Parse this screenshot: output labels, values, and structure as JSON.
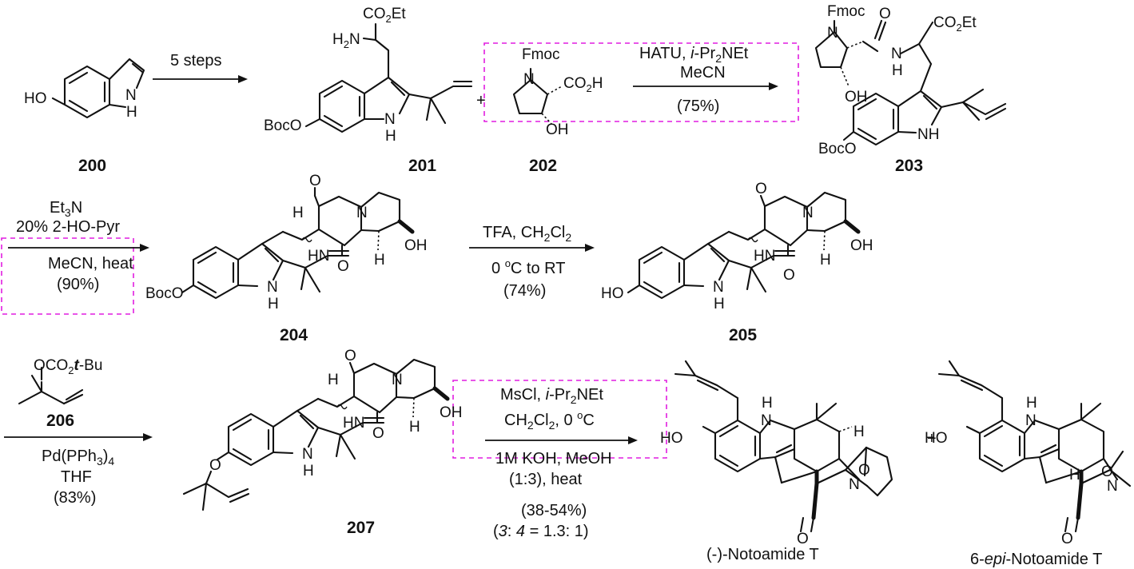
{
  "compounds": [
    {
      "id": "c200",
      "label": "200"
    },
    {
      "id": "c201",
      "label": "201"
    },
    {
      "id": "c202",
      "label": "202"
    },
    {
      "id": "c203",
      "label": "203"
    },
    {
      "id": "c204",
      "label": "204"
    },
    {
      "id": "c205",
      "label": "205"
    },
    {
      "id": "c206",
      "label": "206"
    },
    {
      "id": "c207",
      "label": "207"
    }
  ],
  "products": {
    "notoamide_t": "(-)-Notoamide T",
    "epi_prefix": "6-",
    "epi_italic": "epi",
    "epi_suffix": "-Notoamide T",
    "plus": "+"
  },
  "steps": {
    "s1": {
      "line1": "5 steps"
    },
    "s2": {
      "reagent_a": "HATU, ",
      "reagent_b_it": "i",
      "reagent_b": "-Pr",
      "reagent_b_sub": "2",
      "reagent_b_tail": "NEt",
      "solvent": "MeCN",
      "yield": "(75%)"
    },
    "s3": {
      "base": "Et",
      "base_sub": "3",
      "base_tail": "N",
      "additive": "20% 2-HO-Pyr",
      "cond": "MeCN, heat",
      "yield": "(90%)"
    },
    "s4": {
      "reagent": "TFA, CH",
      "reagent_sub": "2",
      "reagent_tail": "Cl",
      "reagent_sub2": "2",
      "temp_a": "0 ",
      "temp_sup": "o",
      "temp_b": "C to RT",
      "yield": "(74%)"
    },
    "s5": {
      "reagent_main": "OCO",
      "reagent_sub": "2",
      "reagent_it": "t",
      "reagent_tail": "-Bu",
      "cat": "Pd(PPh",
      "cat_sub": "3",
      "cat_tail": ")",
      "cat_sub2": "4",
      "solvent": "THF",
      "yield": "(83%)"
    },
    "s6": {
      "r1_a": "MsCl, ",
      "r1_it": "i",
      "r1_b": "-Pr",
      "r1_sub": "2",
      "r1_c": "NEt",
      "r2_a": "CH",
      "r2_sub": "2",
      "r2_b": "Cl",
      "r2_sub2": "2",
      "r2_c": ",  0 ",
      "r2_sup": "o",
      "r2_d": "C",
      "r3": "1M KOH, MeOH",
      "r4": "(1:3), heat",
      "yield": "(38-54%)",
      "ratio_a": "(",
      "ratio_it1": "3",
      "ratio_b": ": ",
      "ratio_it2": "4",
      "ratio_c": " = 1.3: 1)"
    }
  },
  "atoms": {
    "HO": "HO",
    "H": "H",
    "N": "N",
    "NH_H": "H",
    "O": "O",
    "OH": "OH",
    "H2N_H": "H",
    "H2N_sub": "2",
    "H2N_N": "N",
    "CO2Et_a": "CO",
    "CO2Et_sub": "2",
    "CO2Et_b": "Et",
    "CO2H_a": "CO",
    "CO2H_sub": "2",
    "CO2H_b": "H",
    "Fmoc": "Fmoc",
    "BocO": "BocO",
    "HN": "HN",
    "H2": "H"
  },
  "plus_signs": {
    "p1": "+",
    "p2": "+"
  }
}
